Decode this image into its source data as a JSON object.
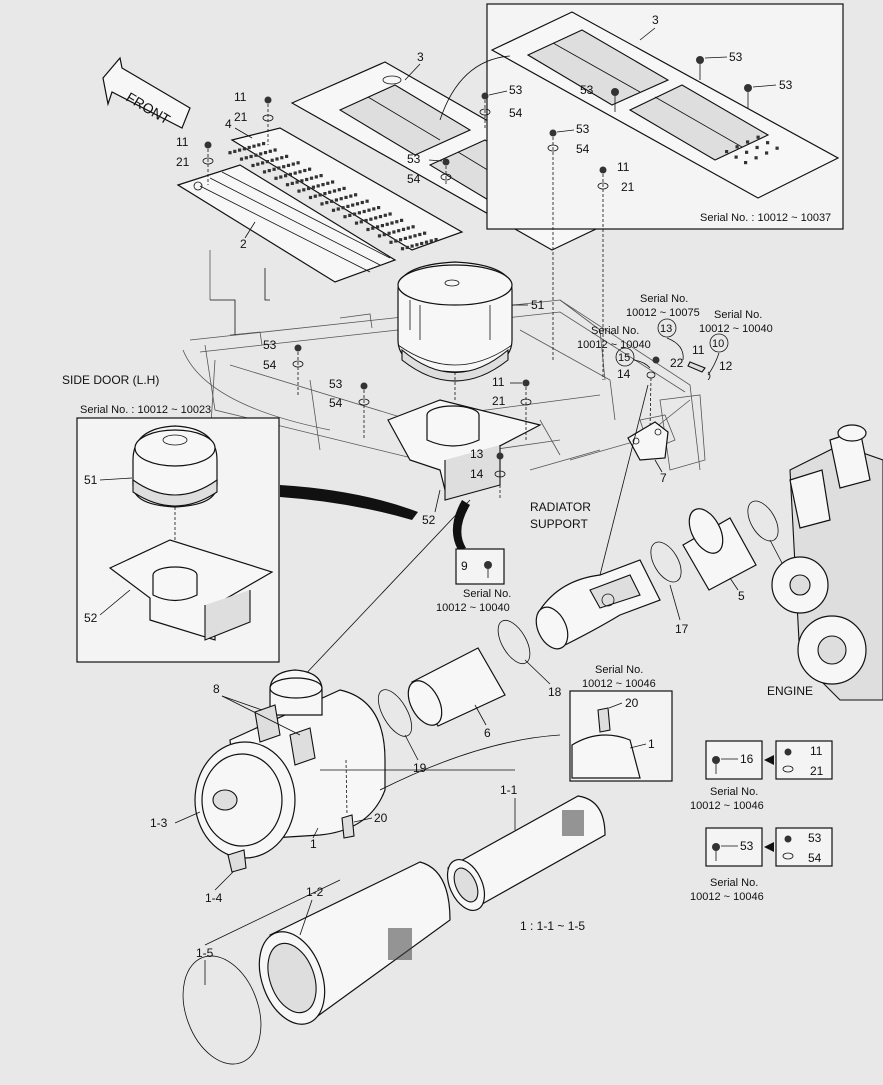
{
  "labels": {
    "front": "FRONT",
    "side_door": "SIDE DOOR (L.H)",
    "radiator_support": "RADIATOR SUPPORT",
    "radiator": "RADIATOR",
    "support": "SUPPORT",
    "engine": "ENGINE",
    "assembly_note": "1 : 1-1 ~ 1-5"
  },
  "serials": {
    "top_box": "Serial No. : 10012 ~ 10037",
    "left_box": "Serial No. : 10012 ~ 10023",
    "sn_label": "Serial No.",
    "s13_range": "10012 ~ 10075",
    "s10_range": "10012 ~ 10040",
    "s15_range": "10012 ~ 10040",
    "s9_range": "10012 ~ 10040",
    "s20_range": "10012 ~ 10046",
    "s16_range": "10012 ~ 10046",
    "s53_range": "10012 ~ 10046"
  },
  "parts": {
    "p1": "1",
    "p1_1": "1-1",
    "p1_2": "1-2",
    "p1_3": "1-3",
    "p1_4": "1-4",
    "p1_5": "1-5",
    "p2": "2",
    "p3": "3",
    "p4": "4",
    "p5": "5",
    "p6": "6",
    "p7": "7",
    "p8": "8",
    "p9": "9",
    "p10": "10",
    "p11": "11",
    "p12": "12",
    "p13": "13",
    "p14": "14",
    "p15": "15",
    "p16": "16",
    "p17": "17",
    "p18": "18",
    "p19": "19",
    "p20": "20",
    "p21": "21",
    "p22": "22",
    "p51": "51",
    "p52": "52",
    "p53": "53",
    "p54": "54"
  },
  "colors": {
    "background": "#e8e8e8",
    "line": "#111111",
    "panel": "#f7f7f7"
  }
}
